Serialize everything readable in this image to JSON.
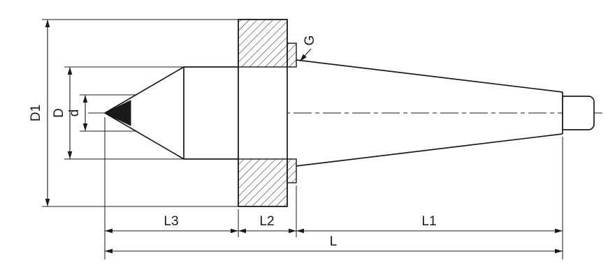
{
  "drawing": {
    "background": "#ffffff",
    "stroke_color": "#1a1a1a",
    "labels": {
      "d1": "D1",
      "D": "D",
      "d": "d",
      "g": "G",
      "l3": "L3",
      "l2": "L2",
      "l1": "L1",
      "l": "L"
    }
  }
}
